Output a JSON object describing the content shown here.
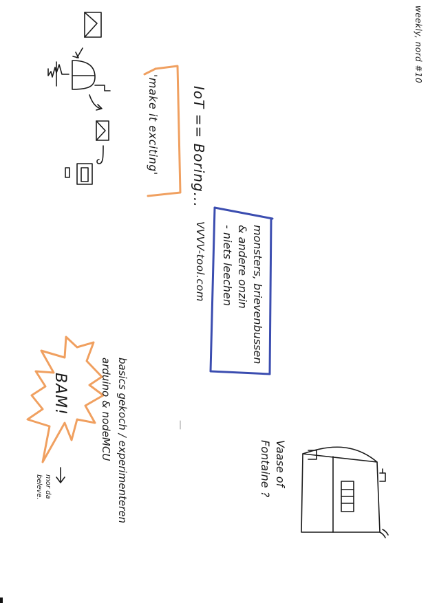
{
  "notes": {
    "header": "weekly, nord #10",
    "iot_boring": "IoT == Boring...",
    "make_exciting": "'make it exciting'",
    "monsters": "monsters, brievenbussen\n& andere onzin\n- niets leechen",
    "vvvv": "VVVV-tool.com",
    "basics": "basics gekoch / experimenteren\narduino & nodeMCU",
    "bam": "BAM!",
    "vaase": "Vaase of\nFontaine ?",
    "mor": "mor da\nbeleve."
  },
  "colors": {
    "ink": "#1a1a1a",
    "orange": "#f0a060",
    "blue": "#3b4db0"
  }
}
